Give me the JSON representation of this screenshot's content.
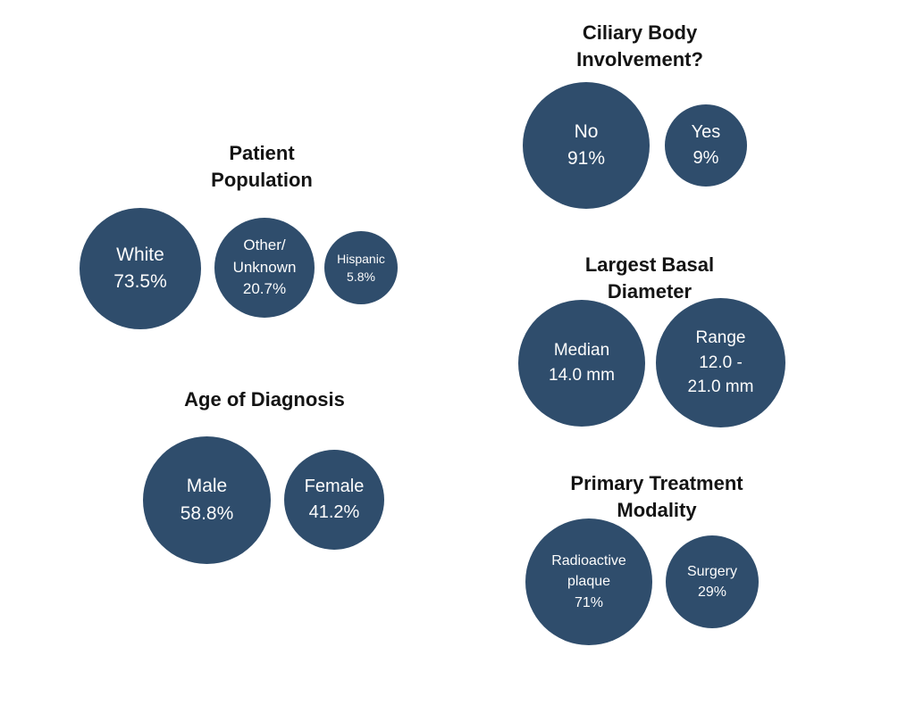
{
  "theme": {
    "page_bg": "#ffffff",
    "bubble_color": "#2f4d6c",
    "bubble_text_color": "#fcfcfc",
    "title_color": "#141414"
  },
  "chart_data": [
    {
      "type": "bubble",
      "title": "Patient Population",
      "bubbles": [
        {
          "label": "White",
          "value": "73.5%",
          "percent": 73.5
        },
        {
          "label": "Other/\nUnknown",
          "value": "20.7%",
          "percent": 20.7
        },
        {
          "label": "Hispanic",
          "value": "5.8%",
          "percent": 5.8
        }
      ]
    },
    {
      "type": "bubble",
      "title": "Age of Diagnosis",
      "bubbles": [
        {
          "label": "Male",
          "value": "58.8%",
          "percent": 58.8
        },
        {
          "label": "Female",
          "value": "41.2%",
          "percent": 41.2
        }
      ]
    },
    {
      "type": "bubble",
      "title": "Ciliary Body Involvement?",
      "bubbles": [
        {
          "label": "No",
          "value": "91%",
          "percent": 91
        },
        {
          "label": "Yes",
          "value": "9%",
          "percent": 9
        }
      ]
    },
    {
      "type": "bubble",
      "title": "Largest Basal Diameter",
      "bubbles": [
        {
          "label": "Median",
          "value": "14.0 mm",
          "mm": 14.0
        },
        {
          "label": "Range",
          "value": "12.0 -\n21.0 mm",
          "mm_min": 12.0,
          "mm_max": 21.0
        }
      ]
    },
    {
      "type": "bubble",
      "title": "Primary Treatment Modality",
      "bubbles": [
        {
          "label": "Radioactive\nplaque",
          "value": "71%",
          "percent": 71
        },
        {
          "label": "Surgery",
          "value": "29%",
          "percent": 29
        }
      ]
    }
  ]
}
